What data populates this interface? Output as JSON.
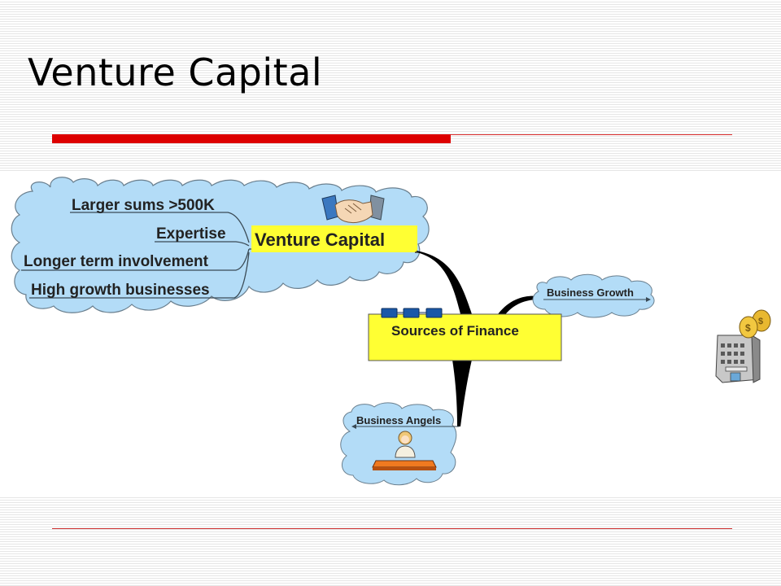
{
  "slide": {
    "title": "Venture Capital"
  },
  "diagram": {
    "central_node": "Sources of Finance",
    "venture_capital": {
      "label": "Venture Capital",
      "features": [
        "Larger sums >500K",
        "Expertise",
        "Longer term involvement",
        "High growth businesses"
      ]
    },
    "business_growth": {
      "label": "Business Growth"
    },
    "business_angels": {
      "label": "Business Angels"
    }
  },
  "colors": {
    "cloud_fill": "#b3dcf7",
    "node_yellow": "#ffff33",
    "title_rule": "#dd0000",
    "connector": "#000000"
  },
  "icons": [
    "handshake-icon",
    "bank-building-icon",
    "coins-icon",
    "businesswoman-at-desk-icon"
  ]
}
